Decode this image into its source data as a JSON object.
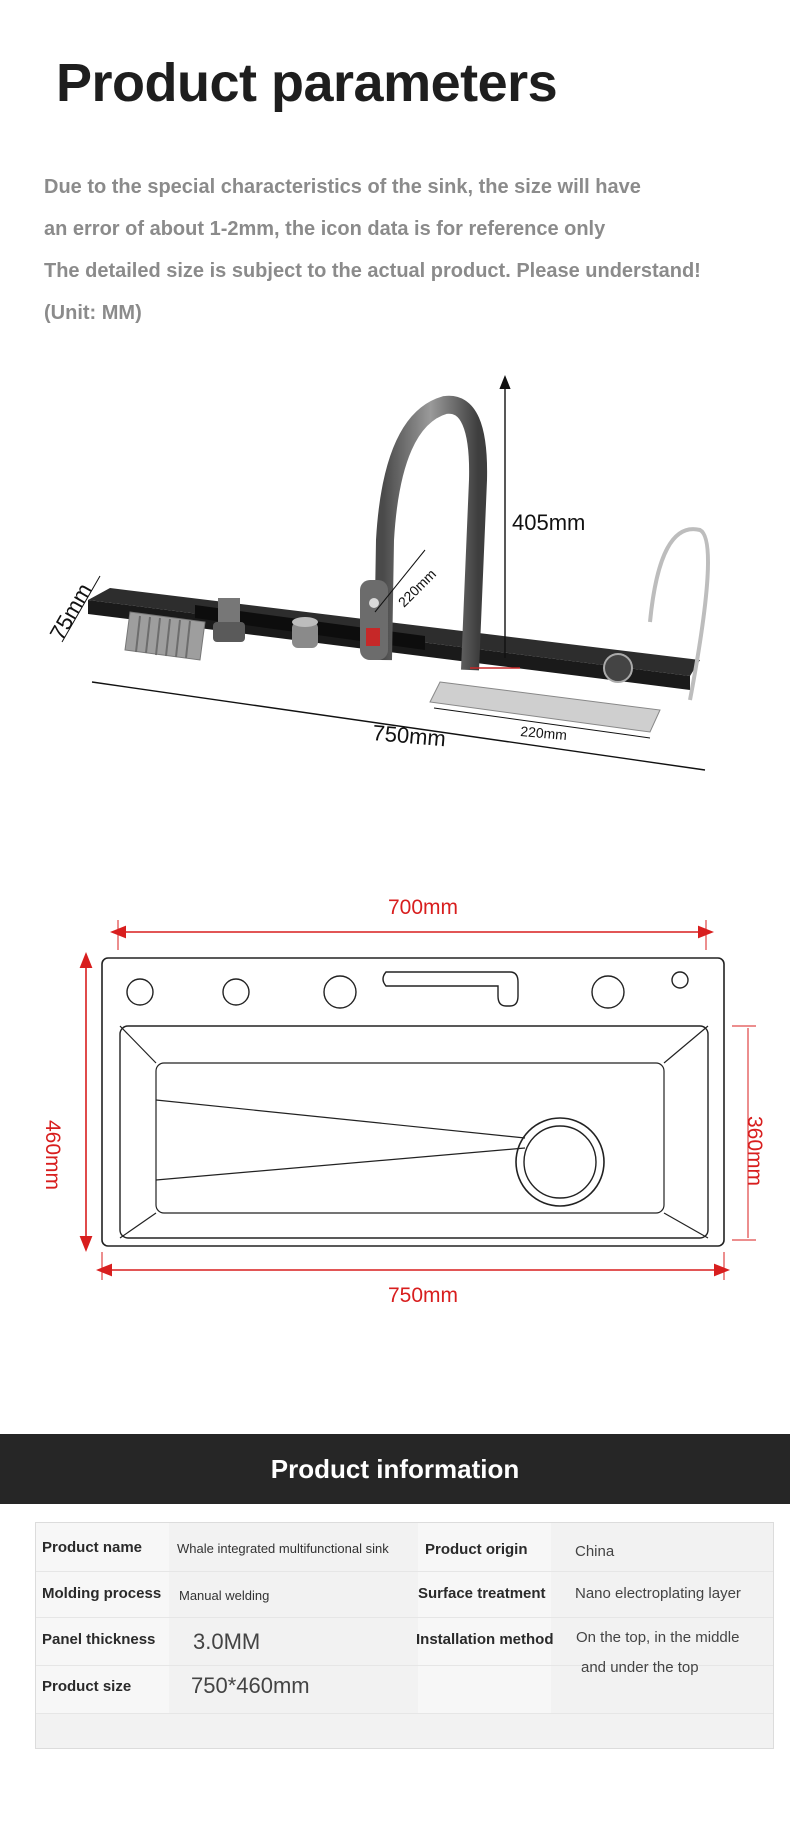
{
  "header": {
    "title": "Product parameters",
    "notes": [
      "Due to the special characteristics of the sink, the size will have",
      "an error of about 1-2mm, the icon data is for reference only",
      "The detailed size is subject to the actual product. Please understand!",
      "(Unit: MM)"
    ]
  },
  "diagram_top": {
    "dims": {
      "depth": "75mm",
      "faucet_height": "405mm",
      "spout_reach": "220mm",
      "panel_length": "750mm",
      "cup_washer_length": "220mm"
    }
  },
  "diagram_plan": {
    "dims": {
      "inner_width": "700mm",
      "outer_width": "750mm",
      "outer_depth": "460mm",
      "inner_depth": "360mm"
    }
  },
  "colors": {
    "dimension_red": "#d81e1e",
    "banner_bg": "#262626"
  },
  "info": {
    "banner_title": "Product information",
    "rows": [
      {
        "label_left": "Product name",
        "value_left": "Whale integrated multifunctional sink",
        "label_right": "Product origin",
        "value_right": "China"
      },
      {
        "label_left": "Molding process",
        "value_left": "Manual welding",
        "label_right": "Surface treatment",
        "value_right": "Nano electroplating layer"
      },
      {
        "label_left": "Panel thickness",
        "value_left": "3.0MM",
        "label_right": "Installation method",
        "value_right_1": "On the top, in the middle",
        "value_right_2": "and under the top"
      },
      {
        "label_left": "Product size",
        "value_left": "750*460mm"
      }
    ]
  }
}
